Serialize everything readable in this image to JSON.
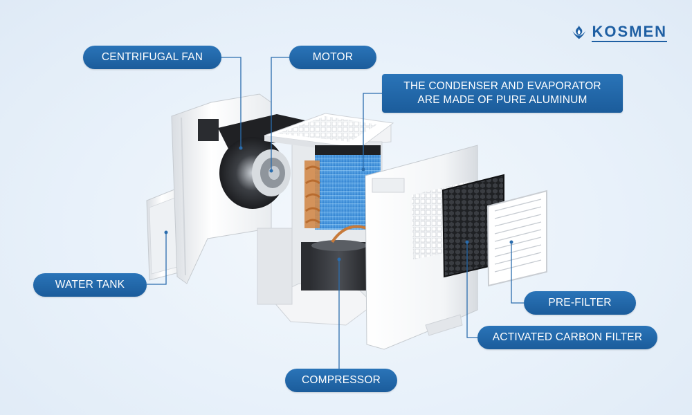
{
  "brand": {
    "name": "KOSMEN",
    "color": "#1e5fa3"
  },
  "colors": {
    "label_bg": "#1f64a7",
    "leader_line": "#2a6cad"
  },
  "labels": {
    "centrifugal_fan": "CENTRIFUGAL FAN",
    "motor": "MOTOR",
    "condenser_line1": "THE CONDENSER AND EVAPORATOR",
    "condenser_line2": "ARE MADE OF PURE ALUMINUM",
    "water_tank": "WATER TANK",
    "pre_filter": "PRE-FILTER",
    "activated_carbon_filter": "ACTIVATED CARBON FILTER",
    "compressor": "COMPRESSOR"
  }
}
